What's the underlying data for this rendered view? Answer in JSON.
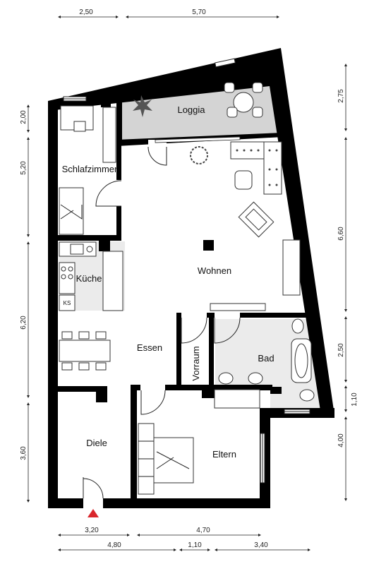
{
  "rooms": {
    "loggia": "Loggia",
    "schlafzimmer": "Schlafzimmer",
    "wohnen": "Wohnen",
    "kueche": "Küche",
    "ks": "KS",
    "essen": "Essen",
    "vorraum": "Vorraum",
    "bad": "Bad",
    "diele": "Diele",
    "eltern": "Eltern"
  },
  "dimensions": {
    "top": [
      "2,50",
      "5,70"
    ],
    "left": [
      "2,00",
      "5,20",
      "6,20",
      "3,60"
    ],
    "right": [
      "2,75",
      "6,60",
      "2,50",
      "1,10",
      "4,00"
    ],
    "bottom_row1": [
      "3,20",
      "4,70"
    ],
    "bottom_row2": [
      "4,80",
      "1,10",
      "3,40"
    ]
  },
  "colors": {
    "wall": "#000000",
    "loggia_floor": "#d4d4d4",
    "wet_area": "#ebebeb",
    "entrance_marker": "#d9262c"
  }
}
